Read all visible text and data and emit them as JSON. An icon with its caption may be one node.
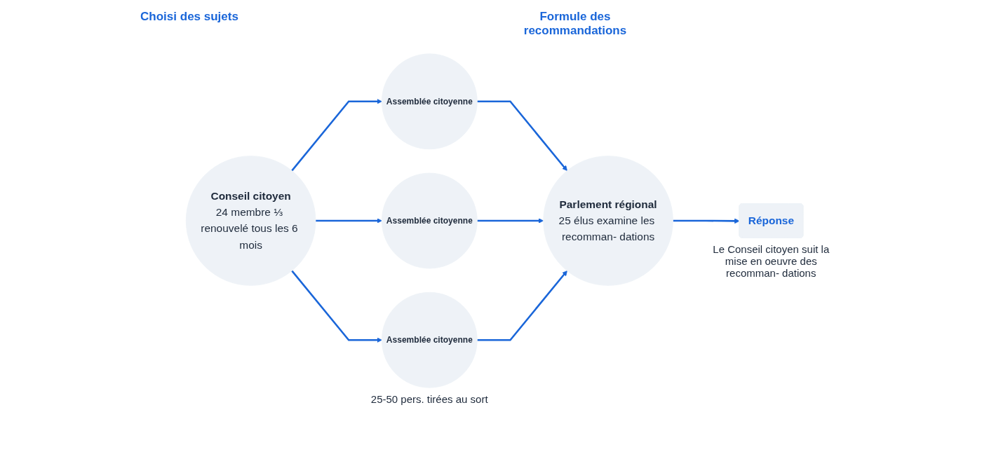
{
  "diagram": {
    "nodes": [
      {
        "text": [
          "Conseil citoyen",
          "24 membre ⅓ renouvelé tous les 6 mois"
        ]
      },
      {
        "text": [
          "Assemblée citoyenne"
        ]
      },
      {
        "text": [
          "Assemblée citoyenne"
        ]
      },
      {
        "text": [
          "Assemblée citoyenne"
        ],
        "beside": [
          "25-50 pers. tirées au sort"
        ]
      },
      {
        "text": [
          "Parlement régional",
          "25 élus examine les recomman- dations"
        ]
      },
      {
        "text": [
          "Réponse"
        ],
        "beside": [
          "Le Conseil citoyen suit la mise en oeuvre des recomman- dations"
        ]
      }
    ],
    "edges": [
      {
        "from": 0,
        "to": 1,
        "arrow": "to"
      },
      {
        "from": 0,
        "to": 2,
        "arrow": "to"
      },
      {
        "from": 0,
        "to": 3,
        "arrow": "to"
      },
      {
        "from": 1,
        "to": 4,
        "arrow": "to"
      },
      {
        "from": 2,
        "to": 4,
        "arrow": "to"
      },
      {
        "from": 3,
        "to": 4,
        "arrow": "to"
      },
      {
        "from": 4,
        "to": 5,
        "arrow": "to"
      }
    ],
    "labels": [
      "Choisi des sujets",
      "Formule des recommandations"
    ]
  }
}
